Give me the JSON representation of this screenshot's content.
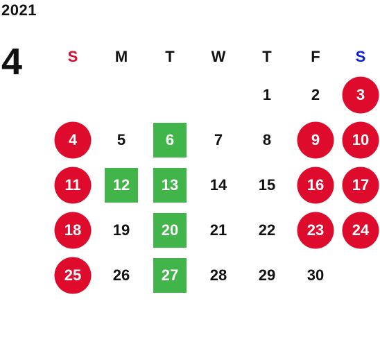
{
  "year": "2021",
  "month": "4",
  "weekdays": [
    {
      "label": "S",
      "color": "#de0b2d"
    },
    {
      "label": "M",
      "color": "#111111"
    },
    {
      "label": "T",
      "color": "#111111"
    },
    {
      "label": "W",
      "color": "#111111"
    },
    {
      "label": "T",
      "color": "#111111"
    },
    {
      "label": "F",
      "color": "#111111"
    },
    {
      "label": "S",
      "color": "#0b1de0"
    }
  ],
  "colors": {
    "holiday": "#de0b2d",
    "special": "#41b54a",
    "sunday_label": "#de0b2d",
    "saturday_label": "#0b1de0",
    "text": "#111111"
  },
  "weeks": [
    [
      {
        "day": "",
        "type": "empty"
      },
      {
        "day": "",
        "type": "empty"
      },
      {
        "day": "",
        "type": "empty"
      },
      {
        "day": "",
        "type": "empty"
      },
      {
        "day": "1",
        "type": "normal"
      },
      {
        "day": "2",
        "type": "normal"
      },
      {
        "day": "3",
        "type": "holiday"
      }
    ],
    [
      {
        "day": "4",
        "type": "holiday"
      },
      {
        "day": "5",
        "type": "normal"
      },
      {
        "day": "6",
        "type": "special"
      },
      {
        "day": "7",
        "type": "normal"
      },
      {
        "day": "8",
        "type": "normal"
      },
      {
        "day": "9",
        "type": "holiday"
      },
      {
        "day": "10",
        "type": "holiday"
      }
    ],
    [
      {
        "day": "11",
        "type": "holiday"
      },
      {
        "day": "12",
        "type": "special"
      },
      {
        "day": "13",
        "type": "special"
      },
      {
        "day": "14",
        "type": "normal"
      },
      {
        "day": "15",
        "type": "normal"
      },
      {
        "day": "16",
        "type": "holiday"
      },
      {
        "day": "17",
        "type": "holiday"
      }
    ],
    [
      {
        "day": "18",
        "type": "holiday"
      },
      {
        "day": "19",
        "type": "normal"
      },
      {
        "day": "20",
        "type": "special"
      },
      {
        "day": "21",
        "type": "normal"
      },
      {
        "day": "22",
        "type": "normal"
      },
      {
        "day": "23",
        "type": "holiday"
      },
      {
        "day": "24",
        "type": "holiday"
      }
    ],
    [
      {
        "day": "25",
        "type": "holiday"
      },
      {
        "day": "26",
        "type": "normal"
      },
      {
        "day": "27",
        "type": "special"
      },
      {
        "day": "28",
        "type": "normal"
      },
      {
        "day": "29",
        "type": "normal"
      },
      {
        "day": "30",
        "type": "normal"
      },
      {
        "day": "",
        "type": "empty"
      }
    ]
  ]
}
